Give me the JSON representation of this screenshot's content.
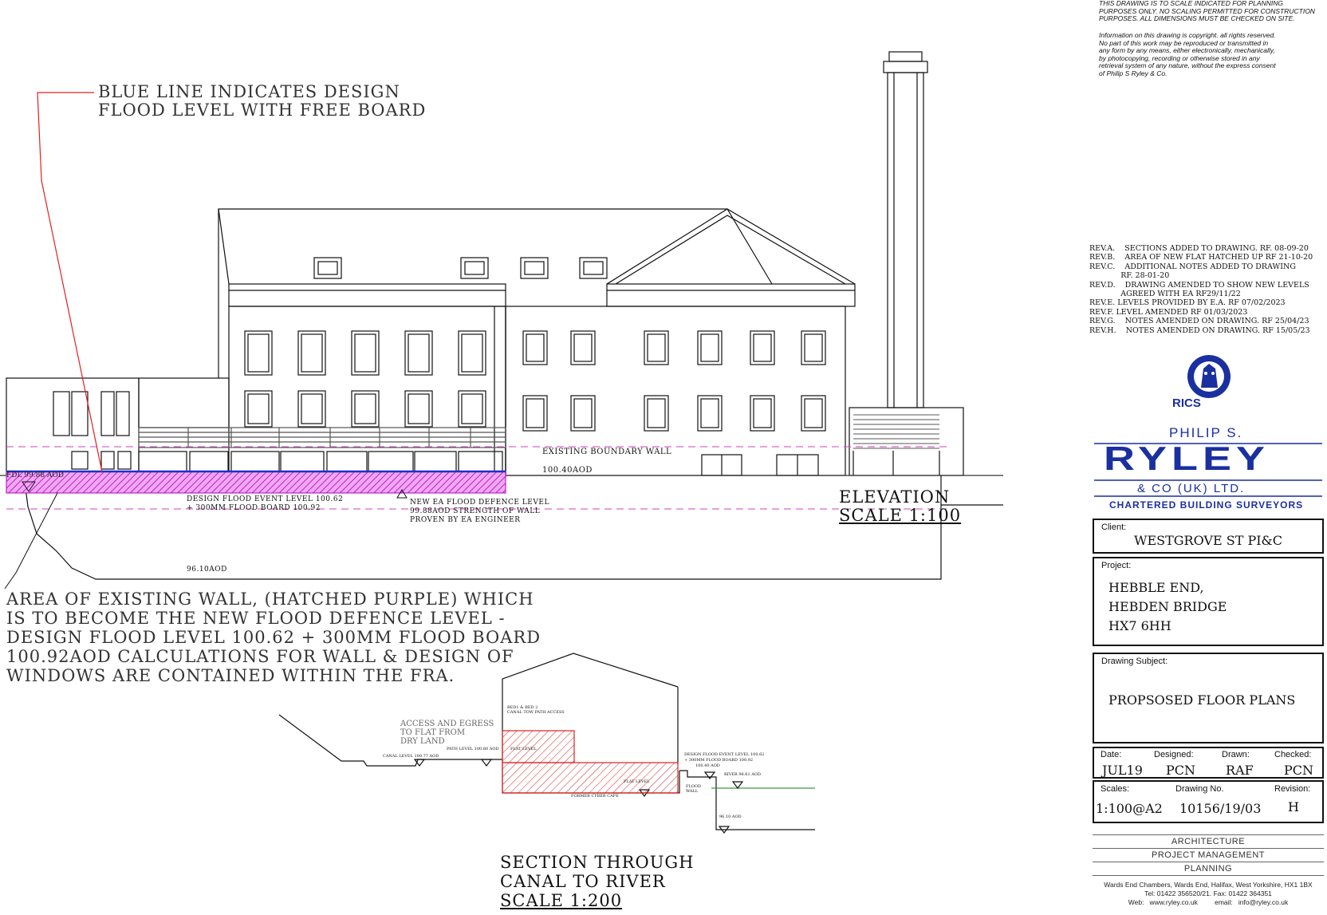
{
  "disclaimer": {
    "line1": "THIS DRAWING IS TO SCALE INDICATED FOR PLANNING\nPURPOSES ONLY. NO SCALING PERMITTED FOR CONSTRUCTION\nPURPOSES. ALL DIMENSIONS MUST BE CHECKED ON SITE.",
    "line2": "Information on this drawing is copyright. all rights reserved.\nNo part of this work may be reproduced or transmitted in\nany form by any means, either electronically, mechanically,\nby photocopying, recording or otherwise stored in any\nretrieval system of any nature, without the express consent\nof Philip S Ryley & Co."
  },
  "revisions": [
    "REV.A.    SECTIONS ADDED TO DRAWING. RF. 08-09-20",
    "REV.B.    AREA OF NEW FLAT HATCHED UP RF 21-10-20",
    "REV.C.    ADDITIONAL NOTES ADDED TO DRAWING",
    "             RF. 28-01-20",
    "REV.D.    DRAWING AMENDED TO SHOW NEW LEVELS",
    "             AGREED WITH EA RF29/11/22",
    "REV.E. LEVELS PROVIDED BY E.A. RF 07/02/2023",
    "REV.F. LEVEL AMENDED RF 01/03/2023",
    "REV.G.    NOTES AMENDED ON DRAWING. RF 25/04/23",
    "REV.H.    NOTES AMENDED ON DRAWING. RF 15/05/23"
  ],
  "logo": {
    "rics": "RICS",
    "philip": "PHILIP S.",
    "ryley": "RYLEY",
    "co": "& CO (UK) LTD.",
    "tagline": "CHARTERED BUILDING SURVEYORS",
    "brand_color": "#1a2fa0"
  },
  "title_block": {
    "client_label": "Client:",
    "client": "WESTGROVE ST PI&C",
    "project_label": "Project:",
    "project_lines": [
      "HEBBLE END,",
      "HEBDEN BRIDGE",
      "HX7 6HH"
    ],
    "subject_label": "Drawing Subject:",
    "subject": "PROPSOSED FLOOR PLANS",
    "date_label": "Date:",
    "date": "JUL19",
    "designed_label": "Designed:",
    "designed": "PCN",
    "drawn_label": "Drawn:",
    "drawn": "RAF",
    "checked_label": "Checked:",
    "checked": "PCN",
    "scales_label": "Scales:",
    "scales": "1:100@A2",
    "drawing_no_label": "Drawing No.",
    "drawing_no": "10156/19/03",
    "revision_label": "Revision:",
    "revision": "H"
  },
  "services": [
    "ARCHITECTURE",
    "PROJECT MANAGEMENT",
    "PLANNING"
  ],
  "address": "Wards End Chambers, Wards End, Halifax, West Yorkshire, HX1 1BX\nTel: 01422 356520/21. Fax: 01422 364351\nWeb:   www.ryley.co.uk         email:   info@ryley.co.uk",
  "elevation": {
    "blue_note": [
      "BLUE LINE INDICATES DESIGN",
      "FLOOD LEVEL WITH FREE BOARD"
    ],
    "existing_wall": "EXISTING BOUNDARY WALL",
    "level_10040": "100.40AOD",
    "fdl": "FDL 99.88 AOD",
    "design_flood": [
      "DESIGN FLOOD EVENT LEVEL 100.62",
      "+ 300MM FLOOD BOARD 100.92"
    ],
    "ea_defence": [
      "NEW EA FLOOD DEFENCE LEVEL",
      "99.88AOD STRENGTH OF WALL",
      "PROVEN BY EA ENGINEER"
    ],
    "level_9610": "96.10AOD",
    "title": "ELEVATION",
    "scale": "SCALE 1:100",
    "purple_note": [
      "AREA OF EXISTING WALL, (HATCHED PURPLE) WHICH",
      "IS TO BECOME THE NEW FLOOD DEFENCE LEVEL -",
      "DESIGN FLOOD LEVEL 100.62 + 300MM FLOOD BOARD",
      "100.92AOD CALCULATIONS FOR WALL & DESIGN OF",
      "WINDOWS ARE CONTAINED WITHIN THE FRA."
    ]
  },
  "section": {
    "access_note": [
      "ACCESS AND EGRESS",
      "TO FLAT FROM",
      "DRY LAND"
    ],
    "canal_level": "CANAL LEVEL 100.77 AOD",
    "path_level": "PATH LEVEL 100.80 AOD",
    "beds": [
      "BED1 & BED 2",
      "CANAL TOW PATH ACCESS"
    ],
    "flat_lvl": "FLAT LEVEL",
    "former": "FORMER CYBER CAFE",
    "flood_event": [
      "DESIGN FLOOD EVENT LEVEL 100.62",
      "+ 300MM FLOOD BOARD 100.92",
      "100.40 AOD"
    ],
    "river": "RIVER 98.61 AOD",
    "flood_wall": [
      "FLOOD",
      "WALL"
    ],
    "level_9610": "96.10 AOD",
    "title": "SECTION THROUGH",
    "title2": "CANAL TO RIVER",
    "scale": "SCALE 1:200"
  }
}
